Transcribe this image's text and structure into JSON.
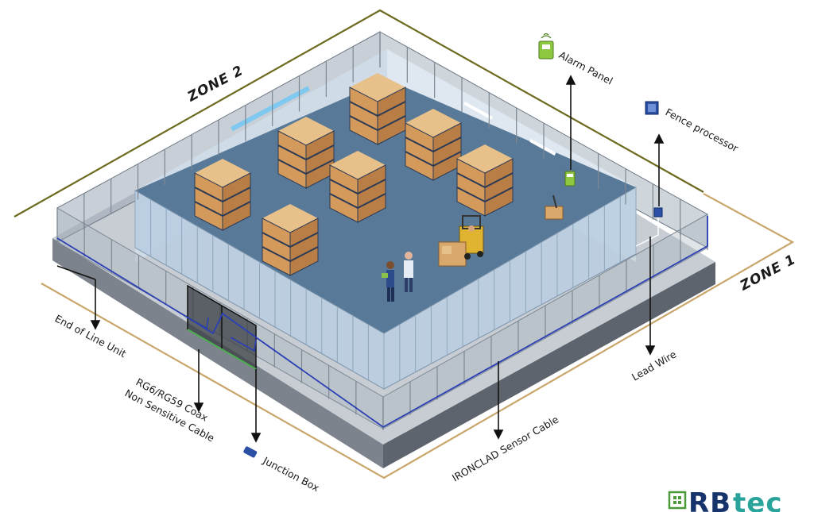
{
  "zones": {
    "zone1": "ZONE 1",
    "zone2": "ZONE 2"
  },
  "labels": {
    "alarm_panel": "Alarm Panel",
    "fence_processor": "Fence processor",
    "end_of_line": "End of Line Unit",
    "coax_line1": "RG6/RG59 Coax",
    "coax_line2": "Non Sensitive Cable",
    "junction_box": "Junction Box",
    "sensor_cable": "IRONCLAD Sensor Cable",
    "lead_wire": "Lead Wire"
  },
  "logo": {
    "text_rb": "RB",
    "text_tec": "tec"
  },
  "colors": {
    "zone1_line": "#c9a66b",
    "zone2_line": "#6b6a1e",
    "sensor_cable": "#2b3fb5",
    "floor": "#587a98",
    "wall": "#b9cde0",
    "base": "#9aa2ac",
    "logo_green": "#4a9a3a",
    "logo_navy": "#16336b",
    "logo_teal": "#2aa39a"
  },
  "racks": {
    "count": 9
  }
}
